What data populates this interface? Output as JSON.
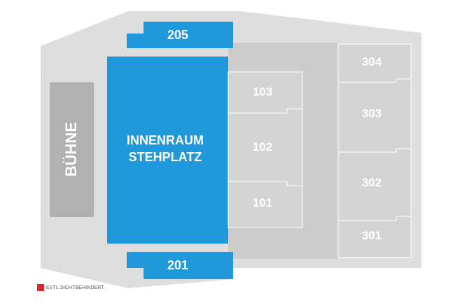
{
  "colors": {
    "outer": "#dedede",
    "inner": "#cccccc",
    "section_fill": "#d4d4d4",
    "section_stroke": "#ffffff",
    "stage": "#b1b1b1",
    "blue": "#1f98dc",
    "blue_text": "#ffffff",
    "grey_text": "#ffffff",
    "legend_red": "#e0242b"
  },
  "stage": {
    "label": "BÜHNE"
  },
  "floor": {
    "line1": "INNENRAUM",
    "line2": "STEHPLATZ"
  },
  "sections": {
    "s205": "205",
    "s201": "201",
    "s103": "103",
    "s102": "102",
    "s101": "101",
    "s304": "304",
    "s303": "303",
    "s302": "302",
    "s301": "301"
  },
  "legend": {
    "label": "EVTL.SICHTBEHINDERT"
  }
}
